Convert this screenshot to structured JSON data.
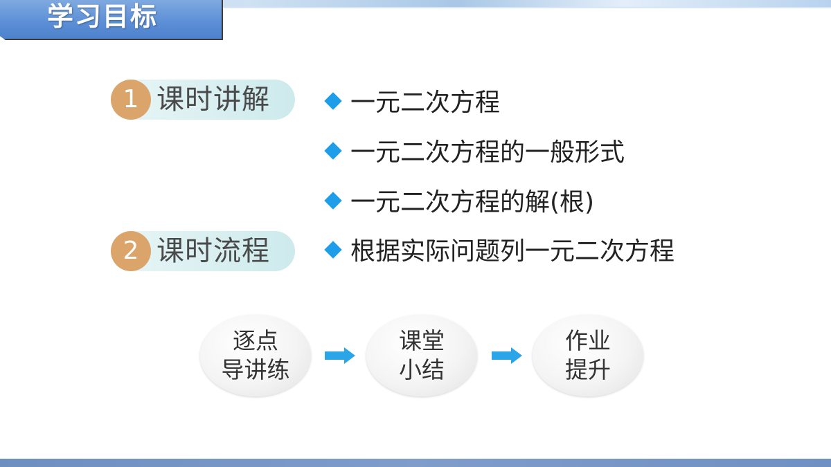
{
  "header": {
    "title": "学习目标"
  },
  "sections": [
    {
      "number": "1",
      "label": "课时讲解"
    },
    {
      "number": "2",
      "label": "课时流程"
    }
  ],
  "bullets": [
    "一元二次方程",
    "一元二次方程的一般形式",
    "一元二次方程的解(根)",
    "根据实际问题列一元二次方程"
  ],
  "flow": [
    {
      "line1": "逐点",
      "line2": "导讲练"
    },
    {
      "line1": "课堂",
      "line2": "小结"
    },
    {
      "line1": "作业",
      "line2": "提升"
    }
  ],
  "colors": {
    "accent_blue": "#1e9ee8",
    "number_circle": "#dba46b",
    "title_tab": "#5b8ed6"
  },
  "icons": {
    "bullet": "diamond-icon",
    "flow_arrow": "right-arrow-icon"
  }
}
